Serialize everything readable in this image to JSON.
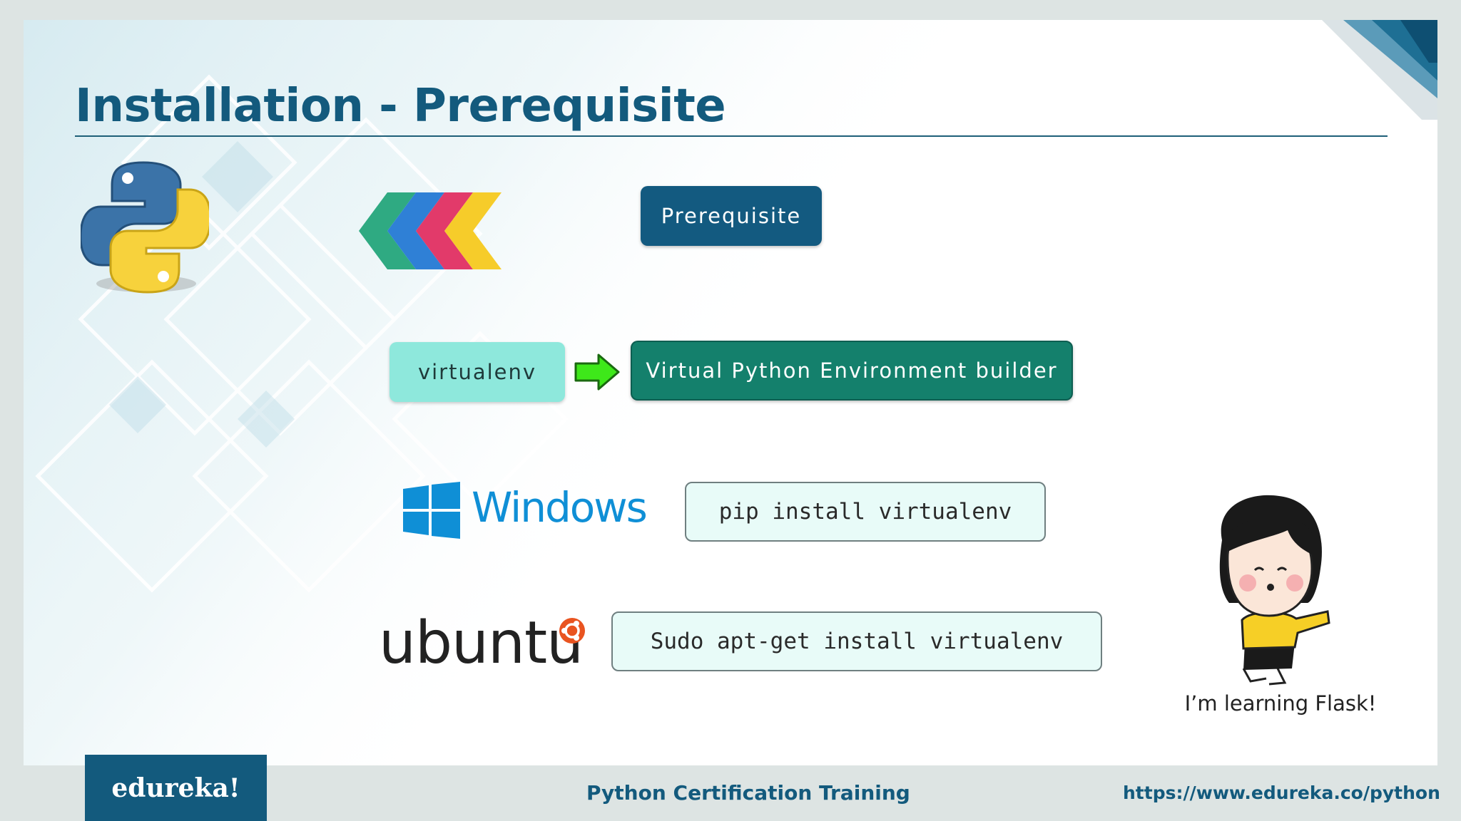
{
  "slide": {
    "title": "Installation - Prerequisite",
    "prerequisite_label": "Prerequisite",
    "virtualenv_label": "virtualenv",
    "builder_label": "Virtual Python Environment builder",
    "windows_brand": "Windows",
    "windows_command": "pip install virtualenv",
    "ubuntu_brand": "ubuntu",
    "ubuntu_command": "Sudo apt-get install virtualenv",
    "mascot_caption": "I’m learning Flask!"
  },
  "footer": {
    "brand": "edureka!",
    "course": "Python Certification Training",
    "url": "https://www.edureka.co/python"
  },
  "icons": [
    "python-logo-icon",
    "chevrons-icon",
    "green-arrow-icon",
    "windows-logo-icon",
    "ubuntu-circle-icon",
    "mascot-girl-icon"
  ],
  "colors": {
    "title": "#135a7d",
    "prerequisite_bg": "#135a80",
    "virtualenv_bg": "#8ee8dc",
    "builder_bg": "#14806c",
    "code_bg": "#e8fbf8",
    "windows_blue": "#0f8fd6",
    "ubuntu_orange": "#e95420"
  }
}
